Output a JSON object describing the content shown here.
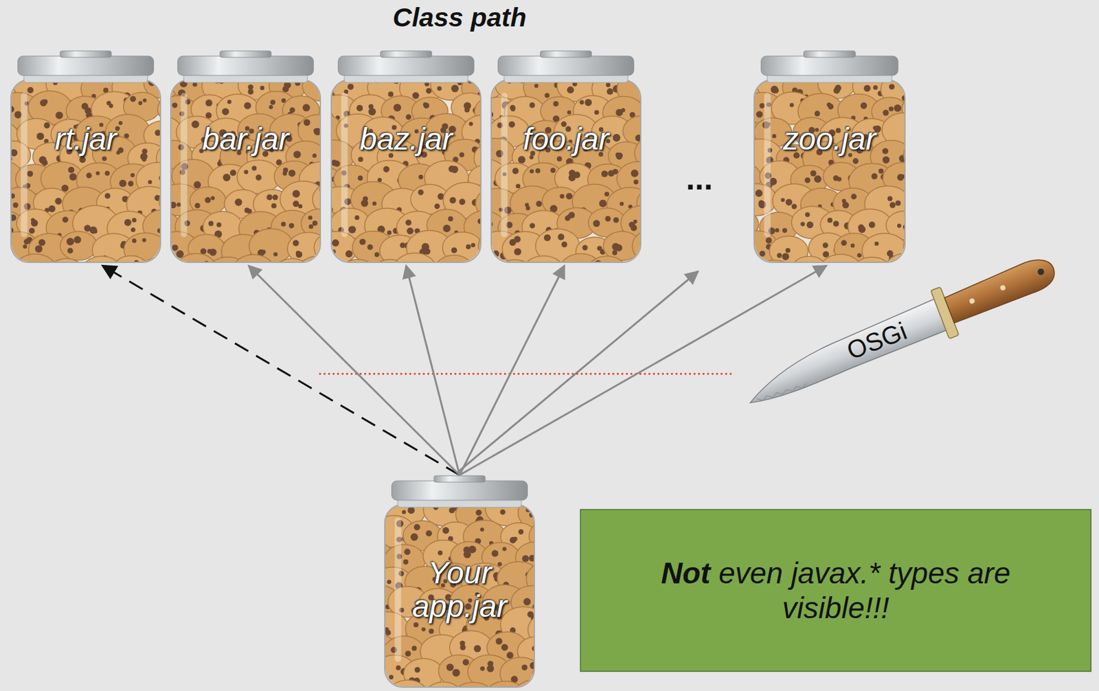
{
  "diagram": {
    "title": "Class path",
    "nodes": [
      {
        "text": [
          "rt.jar"
        ]
      },
      {
        "text": [
          "bar.jar"
        ]
      },
      {
        "text": [
          "baz.jar"
        ]
      },
      {
        "text": [
          "foo.jar"
        ]
      },
      {
        "text": [
          "zoo.jar"
        ]
      },
      {
        "text": [
          "OSGi"
        ]
      },
      {
        "text": [
          "Your app.jar"
        ]
      },
      {
        "text": [
          "Not even javax.* types are visible!!!"
        ]
      }
    ],
    "edges": [
      {
        "from": 6,
        "to": 0,
        "arrow": "to"
      },
      {
        "from": 6,
        "to": 1,
        "arrow": "to"
      },
      {
        "from": 6,
        "to": 2,
        "arrow": "to"
      },
      {
        "from": 6,
        "to": 3,
        "arrow": "to"
      },
      {
        "from": 6,
        "to": 4,
        "arrow": "to"
      }
    ],
    "labels": [
      "..."
    ]
  }
}
